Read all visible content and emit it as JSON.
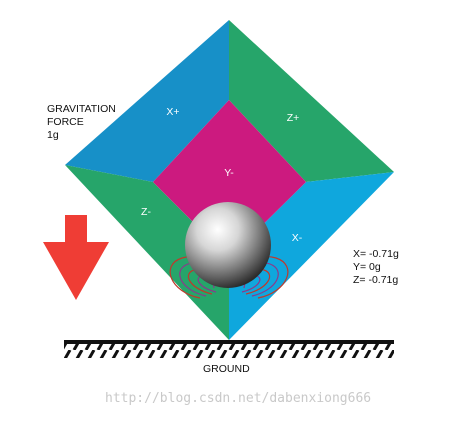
{
  "gravitation": {
    "line1": "GRAVITATION",
    "line2": "FORCE",
    "line3": "1g"
  },
  "faces": {
    "x_plus": "X+",
    "z_plus": "Z+",
    "y_minus": "Y-",
    "z_minus": "Z-",
    "x_minus": "X-"
  },
  "readout": {
    "x": "X= -0.71g",
    "y": "Y= 0g",
    "z": "Z= -0.71g"
  },
  "ground_label": "GROUND",
  "watermark": "http://blog.csdn.net/dabenxiong666",
  "colors": {
    "face_blue": "#1790c8",
    "face_green": "#26a56a",
    "face_magenta": "#cc1a7f",
    "face_cyan": "#0fa7dd",
    "arrow_red": "#ef3d35",
    "field_line_red": "#c0392b",
    "field_line_purple": "#8b3a8b",
    "ground": "#111111"
  },
  "icons": {
    "gravity": "down-arrow-icon",
    "ball": "sphere-icon"
  }
}
